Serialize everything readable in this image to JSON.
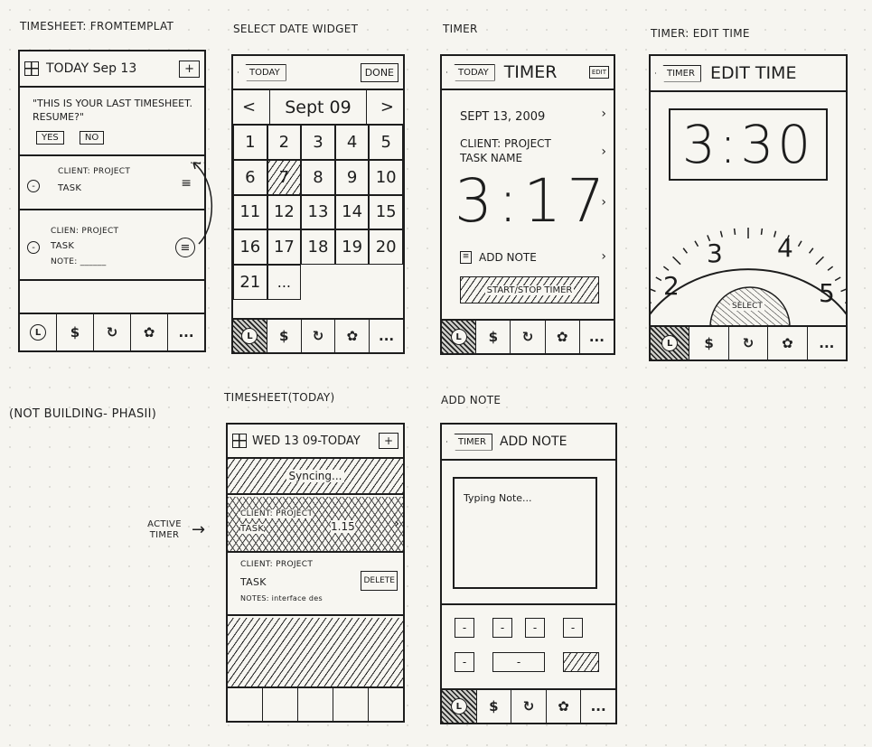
{
  "captions": {
    "timesheet": "TIMESHEET: FROMTEMPLAT",
    "select_date": "SELECT DATE WIDGET",
    "timer": "TIMER",
    "edit_time": "TIMER: EDIT TIME",
    "not_building": "(NOT BUILDING- PHASII)",
    "timesheet_today": "TIMESHEET(TODAY)",
    "add_note": "ADD NOTE",
    "active_timer": "ACTIVE TIMER"
  },
  "tabbar": {
    "clock": "L",
    "money": "$",
    "refresh": "↻",
    "gear": "✿",
    "more": "..."
  },
  "timesheet": {
    "title": "TODAY Sep 13",
    "add": "+",
    "prompt": "\"THIS IS YOUR LAST TIMESHEET. RESUME?\"",
    "yes": "YES",
    "no": "NO",
    "entries": [
      {
        "client": "CLIENT: PROJECT",
        "task": "TASK",
        "note": ""
      },
      {
        "client": "CLIEN: PROJECT",
        "task": "TASK",
        "note": "NOTE: ______"
      }
    ]
  },
  "select_date": {
    "back": "TODAY",
    "done": "DONE",
    "prev": "<",
    "month": "Sept 09",
    "next": ">",
    "days": [
      "1",
      "2",
      "3",
      "4",
      "5",
      "6",
      "7",
      "8",
      "9",
      "10",
      "11",
      "12",
      "13",
      "14",
      "15",
      "16",
      "17",
      "18",
      "19",
      "20",
      "21",
      "..."
    ]
  },
  "timer": {
    "back": "TODAY",
    "title": "TIMER",
    "edit": "EDIT",
    "date": "SEPT 13, 2009",
    "client": "CLIENT: PROJECT",
    "task": "TASK NAME",
    "time": "3:17",
    "add_note": "ADD NOTE",
    "start_stop": "START/STOP TIMER"
  },
  "edit_time": {
    "back": "TIMER",
    "title": "EDIT TIME",
    "time": "3:30",
    "dial": [
      "2",
      "3",
      "4",
      "5"
    ],
    "select": "SELECT"
  },
  "timesheet_today": {
    "title": "WED 13 09-TODAY",
    "add": "+",
    "syncing": "Syncing...",
    "active": {
      "client": "CLIENT: PROJECT",
      "task": "TASK",
      "time": "1.15"
    },
    "entry": {
      "client": "CLIENT: PROJECT",
      "task": "TASK",
      "notes": "NOTES: interface des",
      "delete": "DELETE"
    }
  },
  "add_note": {
    "back": "TIMER",
    "title": "ADD NOTE",
    "placeholder": "Typing Note...",
    "key": "-"
  }
}
